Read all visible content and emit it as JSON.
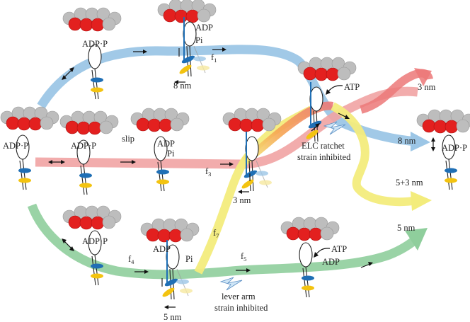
{
  "colors": {
    "pathway_blue": "#9cc6e6",
    "pathway_red": "#f1a3a3",
    "pathway_green": "#8fce9c",
    "pathway_yellow": "#f3ec7c",
    "actin_grey": "#bdbdbd",
    "actin_red": "#e3201f",
    "elc_blue": "#1f6fb5",
    "rlc_yellow": "#f3c310",
    "arrow": "#111111"
  },
  "labels": {
    "state_adp_p": "ADP·P",
    "adp": "ADP",
    "pi": "Pi",
    "atp": "ATP",
    "slip": "slip",
    "f_letter": "f",
    "f1": "1",
    "f3": "3",
    "f4": "4",
    "f5": "5",
    "f7": "7",
    "step_8nm": "8 nm",
    "step_3nm": "3 nm",
    "step_5nm": "5 nm",
    "step_5p3nm": "5+3 nm",
    "elc_line1": "ELC ratchet",
    "elc_line2": "strain inhibited",
    "lever_line1": "lever arm",
    "lever_line2": "strain inhibited"
  }
}
